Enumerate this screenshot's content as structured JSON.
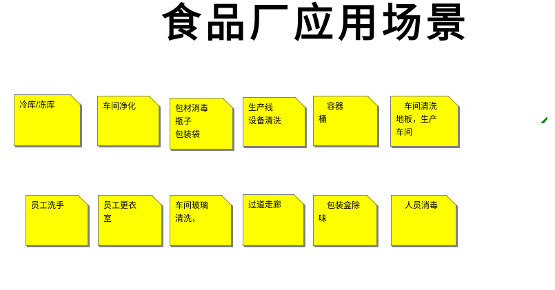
{
  "title": "食品厂应用场景",
  "notes": [
    {
      "text": "冷库/冻库"
    },
    {
      "text": "车间净化"
    },
    {
      "text": "包材消毒\n瓶子\n包装袋"
    },
    {
      "text": "生产线\n设备清洗"
    },
    {
      "text": "　容器\n桶"
    },
    {
      "text": "　车间清洗\n地板，生产\n车间"
    },
    {
      "text": "员工洗手"
    },
    {
      "text": "员工更衣\n室"
    },
    {
      "text": "车间玻璃\n清洗，"
    },
    {
      "text": "过道走廊"
    },
    {
      "text": "　包装盒除\n味"
    },
    {
      "text": "　人员消毒"
    }
  ],
  "icons": {
    "green_arrow": "ne-arrow-marker"
  },
  "colors": {
    "note_fill": "#ffff00",
    "note_border": "#808080",
    "note_shadow": "#808080",
    "title_text": "#000000",
    "arrow": "#008000"
  }
}
